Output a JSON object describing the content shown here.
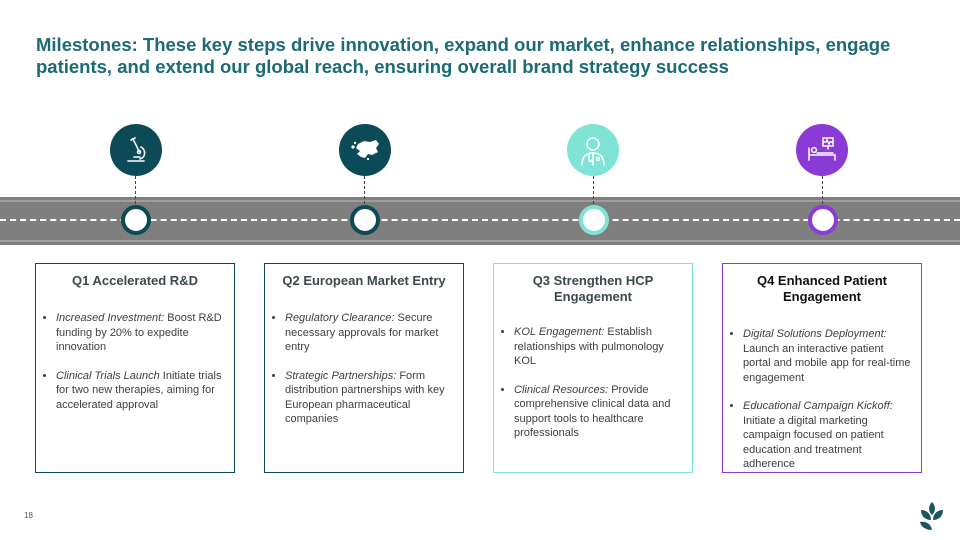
{
  "title": "Milestones: These key steps drive innovation, expand our market, enhance relationships, engage patients, and extend our global reach, ensuring overall brand strategy success",
  "page_number": "18",
  "colors": {
    "title": "#1c6a73",
    "q1": "#0d4a57",
    "q2": "#0d4a57",
    "q3": "#7fe3d5",
    "q4": "#8a3bd6",
    "road": "#7f7f7f",
    "logo": "#1c5560"
  },
  "milestones": [
    {
      "icon": "microscope-icon",
      "title": "Q1 Accelerated R&D",
      "bullets": [
        {
          "lead": "Increased Investment:",
          "text": " Boost R&D funding by 20% to expedite innovation"
        },
        {
          "lead": "Clinical Trials Launch",
          "text": " Initiate trials for two new therapies, aiming for accelerated approval"
        }
      ]
    },
    {
      "icon": "europe-map-icon",
      "title": "Q2 European Market Entry",
      "bullets": [
        {
          "lead": "Regulatory Clearance:",
          "text": " Secure necessary approvals for market entry"
        },
        {
          "lead": "Strategic Partnerships:",
          "text": " Form distribution partnerships with key European pharmaceutical companies"
        }
      ]
    },
    {
      "icon": "doctor-icon",
      "title": "Q3 Strengthen HCP Engagement",
      "bullets": [
        {
          "lead": "KOL Engagement:",
          "text": " Establish relationships with pulmonology KOL"
        },
        {
          "lead": "Clinical Resources:",
          "text": " Provide comprehensive clinical data and support tools to healthcare professionals"
        }
      ]
    },
    {
      "icon": "patient-bed-icon",
      "title": "Q4 Enhanced Patient Engagement",
      "bullets": [
        {
          "lead": "Digital Solutions Deployment:",
          "text": " Launch an interactive patient portal and mobile app for real-time engagement"
        },
        {
          "lead": "Educational Campaign Kickoff:",
          "text": " Initiate a digital marketing campaign focused on patient education and treatment adherence"
        }
      ]
    }
  ]
}
